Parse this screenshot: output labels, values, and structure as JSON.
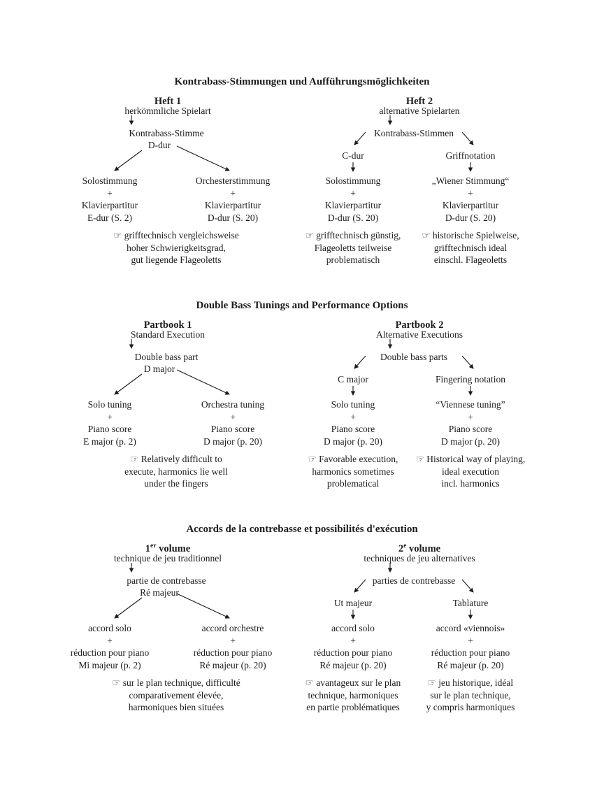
{
  "page": {
    "background": "#ffffff",
    "text_color": "#1c1c1c"
  },
  "sections": [
    {
      "title": "Kontrabass-Stimmungen und Aufführungsmöglichkeiten",
      "left": {
        "header_num": "Heft 1",
        "header_sup": "",
        "header_rest": "",
        "subtitle": "herkömmliche Spielart",
        "root1": "Kontrabass-Stimme",
        "root2": "D-dur",
        "leaf_left": [
          "Solostimmung",
          "+",
          "Klavierpartitur",
          "E-dur (S. 2)"
        ],
        "leaf_right": [
          "Orchesterstimmung",
          "+",
          "Klavierpartitur",
          "D-dur (S. 20)"
        ],
        "note": [
          "☞ grifftechnisch vergleichsweise",
          "hoher Schwierigkeitsgrad,",
          "gut liegende Flageoletts"
        ]
      },
      "right": {
        "header_num": "Heft 2",
        "header_sup": "",
        "header_rest": "",
        "subtitle": "alternative Spielarten",
        "root": "Kontrabass-Stimmen",
        "branch_left": "C-dur",
        "branch_right": "Griffnotation",
        "leaf_left": [
          "Solostimmung",
          "+",
          "Klavierpartitur",
          "D-dur (S. 20)"
        ],
        "leaf_right": [
          "„Wiener Stimmung“",
          "+",
          "Klavierpartitur",
          "D-dur (S. 20)"
        ],
        "note_left": [
          "☞ grifftechnisch günstig,",
          "Flageoletts teilweise",
          "problematisch"
        ],
        "note_right": [
          "☞ historische Spielweise,",
          "grifftechnisch ideal",
          "einschl. Flageoletts"
        ]
      }
    },
    {
      "title": "Double Bass Tunings and Performance Options",
      "left": {
        "header_num": "Partbook 1",
        "header_sup": "",
        "header_rest": "",
        "subtitle": "Standard Execution",
        "root1": "Double bass part",
        "root2": "D major",
        "leaf_left": [
          "Solo tuning",
          "+",
          "Piano score",
          "E major (p. 2)"
        ],
        "leaf_right": [
          "Orchestra tuning",
          "+",
          "Piano score",
          "D major (p. 20)"
        ],
        "note": [
          "☞ Relatively difficult to",
          "execute, harmonics lie well",
          "under the fingers"
        ]
      },
      "right": {
        "header_num": "Partbook 2",
        "header_sup": "",
        "header_rest": "",
        "subtitle": "Alternative Executions",
        "root": "Double bass parts",
        "branch_left": "C major",
        "branch_right": "Fingering notation",
        "leaf_left": [
          "Solo tuning",
          "+",
          "Piano score",
          "D major (p. 20)"
        ],
        "leaf_right": [
          "“Viennese tuning”",
          "+",
          "Piano score",
          "D major (p. 20)"
        ],
        "note_left": [
          "☞ Favorable execution,",
          "harmonics sometimes",
          "problematical"
        ],
        "note_right": [
          "☞ Historical way of playing,",
          "ideal execution",
          "incl. harmonics"
        ]
      }
    },
    {
      "title": "Accords de la contrebasse et possibilités d'exécution",
      "left": {
        "header_num": "1",
        "header_sup": "er",
        "header_rest": " volume",
        "subtitle": "technique de jeu traditionnel",
        "root1": "partie de contrebasse",
        "root2": "Ré majeur",
        "leaf_left": [
          "accord solo",
          "+",
          "réduction pour piano",
          "Mi majeur (p. 2)"
        ],
        "leaf_right": [
          "accord orchestre",
          "+",
          "réduction pour piano",
          "Ré majeur (p. 20)"
        ],
        "note": [
          "☞ sur le plan technique, difficulté",
          "comparativement élevée,",
          "harmoniques bien situées"
        ]
      },
      "right": {
        "header_num": "2",
        "header_sup": "e",
        "header_rest": " volume",
        "subtitle": "techniques de jeu alternatives",
        "root": "parties de contrebasse",
        "branch_left": "Ut majeur",
        "branch_right": "Tablature",
        "leaf_left": [
          "accord solo",
          "+",
          "réduction pour piano",
          "Ré majeur (p. 20)"
        ],
        "leaf_right": [
          "accord «viennois»",
          "+",
          "réduction pour piano",
          "Ré majeur (p. 20)"
        ],
        "note_left": [
          "☞ avantageux sur le plan",
          "technique, harmoniques",
          "en partie problématiques"
        ],
        "note_right": [
          "☞ jeu historique, idéal",
          "sur le plan technique,",
          "y compris harmoniques"
        ]
      }
    }
  ]
}
